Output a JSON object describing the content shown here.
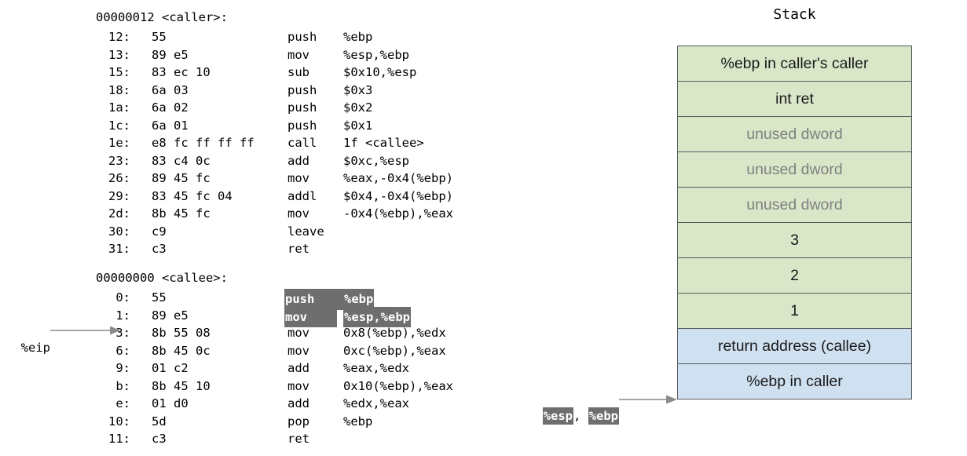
{
  "disassembly": {
    "caller": {
      "header": "00000012 <caller>:",
      "lines": [
        {
          "addr": "12:",
          "bytes": "55",
          "mnem": "push",
          "ops": "%ebp"
        },
        {
          "addr": "13:",
          "bytes": "89 e5",
          "mnem": "mov",
          "ops": "%esp,%ebp"
        },
        {
          "addr": "15:",
          "bytes": "83 ec 10",
          "mnem": "sub",
          "ops": "$0x10,%esp"
        },
        {
          "addr": "18:",
          "bytes": "6a 03",
          "mnem": "push",
          "ops": "$0x3"
        },
        {
          "addr": "1a:",
          "bytes": "6a 02",
          "mnem": "push",
          "ops": "$0x2"
        },
        {
          "addr": "1c:",
          "bytes": "6a 01",
          "mnem": "push",
          "ops": "$0x1"
        },
        {
          "addr": "1e:",
          "bytes": "e8 fc ff ff ff",
          "mnem": "call",
          "ops": "1f <callee>"
        },
        {
          "addr": "23:",
          "bytes": "83 c4 0c",
          "mnem": "add",
          "ops": "$0xc,%esp"
        },
        {
          "addr": "26:",
          "bytes": "89 45 fc",
          "mnem": "mov",
          "ops": "%eax,-0x4(%ebp)"
        },
        {
          "addr": "29:",
          "bytes": "83 45 fc 04",
          "mnem": "addl",
          "ops": "$0x4,-0x4(%ebp)"
        },
        {
          "addr": "2d:",
          "bytes": "8b 45 fc",
          "mnem": "mov",
          "ops": "-0x4(%ebp),%eax"
        },
        {
          "addr": "30:",
          "bytes": "c9",
          "mnem": "leave",
          "ops": ""
        },
        {
          "addr": "31:",
          "bytes": "c3",
          "mnem": "ret",
          "ops": ""
        }
      ]
    },
    "callee": {
      "header": "00000000 <callee>:",
      "lines": [
        {
          "addr": "0:",
          "bytes": "55",
          "mnem": "push",
          "ops": "%ebp",
          "highlight": true
        },
        {
          "addr": "1:",
          "bytes": "89 e5",
          "mnem": "mov",
          "ops": "%esp,%ebp",
          "highlight": true
        },
        {
          "addr": "3:",
          "bytes": "8b 55 08",
          "mnem": "mov",
          "ops": "0x8(%ebp),%edx",
          "highlight": false
        },
        {
          "addr": "6:",
          "bytes": "8b 45 0c",
          "mnem": "mov",
          "ops": "0xc(%ebp),%eax",
          "highlight": false
        },
        {
          "addr": "9:",
          "bytes": "01 c2",
          "mnem": "add",
          "ops": "%eax,%edx",
          "highlight": false
        },
        {
          "addr": "b:",
          "bytes": "8b 45 10",
          "mnem": "mov",
          "ops": "0x10(%ebp),%eax",
          "highlight": false
        },
        {
          "addr": "e:",
          "bytes": "01 d0",
          "mnem": "add",
          "ops": "%edx,%eax",
          "highlight": false
        },
        {
          "addr": "10:",
          "bytes": "5d",
          "mnem": "pop",
          "ops": "%ebp",
          "highlight": false
        },
        {
          "addr": "11:",
          "bytes": "c3",
          "mnem": "ret",
          "ops": "",
          "highlight": false
        }
      ]
    }
  },
  "eip_pointer": {
    "label": "%eip"
  },
  "espebp_pointer": {
    "esp_label": "%esp",
    "separator": ",",
    "ebp_label": "%ebp"
  },
  "stack": {
    "title": "Stack",
    "rows": [
      {
        "label": "%ebp in caller's caller",
        "color": "green",
        "muted": false
      },
      {
        "label": "int ret",
        "color": "green",
        "muted": false
      },
      {
        "label": "unused dword",
        "color": "green",
        "muted": true
      },
      {
        "label": "unused dword",
        "color": "green",
        "muted": true
      },
      {
        "label": "unused dword",
        "color": "green",
        "muted": true
      },
      {
        "label": "3",
        "color": "green",
        "muted": false
      },
      {
        "label": "2",
        "color": "green",
        "muted": false
      },
      {
        "label": "1",
        "color": "green",
        "muted": false
      },
      {
        "label": "return address (callee)",
        "color": "blue",
        "muted": false
      },
      {
        "label": "%ebp in caller",
        "color": "blue",
        "muted": false
      }
    ]
  },
  "colors": {
    "stack_green": "#d9e7c8",
    "stack_blue": "#cfe0f0",
    "border": "#555a5e",
    "highlight_bg": "#6e6e6e",
    "highlight_fg": "#ffffff",
    "muted_text": "#808080",
    "arrow": "#8a8a8a"
  }
}
